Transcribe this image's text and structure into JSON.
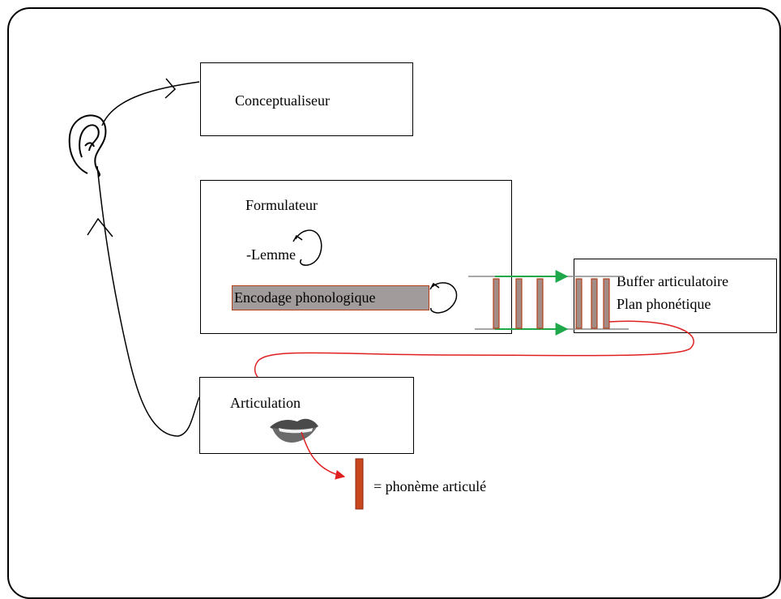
{
  "diagram": {
    "conceptualiseur": "Conceptualiseur",
    "formulateur": "Formulateur",
    "lemme": "-Lemme",
    "encodage": "Encodage phonologique",
    "buffer_line1": "Buffer articulatoire",
    "buffer_line2": "Plan phonétique",
    "articulation": "Articulation",
    "legend_text": "= phonème articulé"
  },
  "icons": {
    "ear": "ear-icon",
    "lips": "lips-icon"
  },
  "colors": {
    "outline": "#000000",
    "encodage_fill": "#a19b9b",
    "encodage_border": "#b5401a",
    "phoneme_bar_fill": "#a48c86",
    "phoneme_bar_border": "#b5401a",
    "legend_phoneme": "#c8461c",
    "green_arrow": "#1fa84a",
    "red_path": "#e02020",
    "guide_line": "#8a8a8a"
  }
}
